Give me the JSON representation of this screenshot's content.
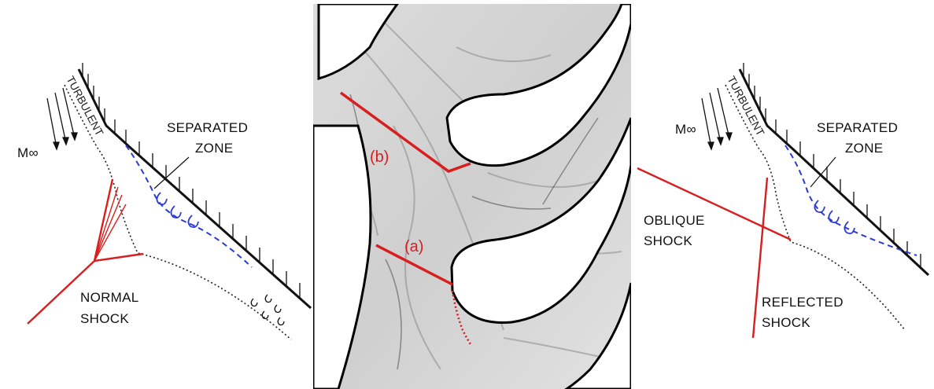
{
  "left_panel": {
    "freestream": "M∞",
    "turbulent": "TURBULENT",
    "separated_1": "SEPARATED",
    "separated_2": "ZONE",
    "shock_1": "NORMAL",
    "shock_2": "SHOCK"
  },
  "center_panel": {
    "label_b": "(b)",
    "label_a": "(a)"
  },
  "right_panel": {
    "freestream": "M∞",
    "turbulent": "TURBULENT",
    "separated_1": "SEPARATED",
    "separated_2": "ZONE",
    "oblique_1": "OBLIQUE",
    "oblique_2": "SHOCK",
    "reflected_1": "REFLECTED",
    "reflected_2": "SHOCK"
  },
  "colors": {
    "shock": "#d81e1e",
    "separation": "#2a3bd6",
    "wall": "#111111"
  }
}
